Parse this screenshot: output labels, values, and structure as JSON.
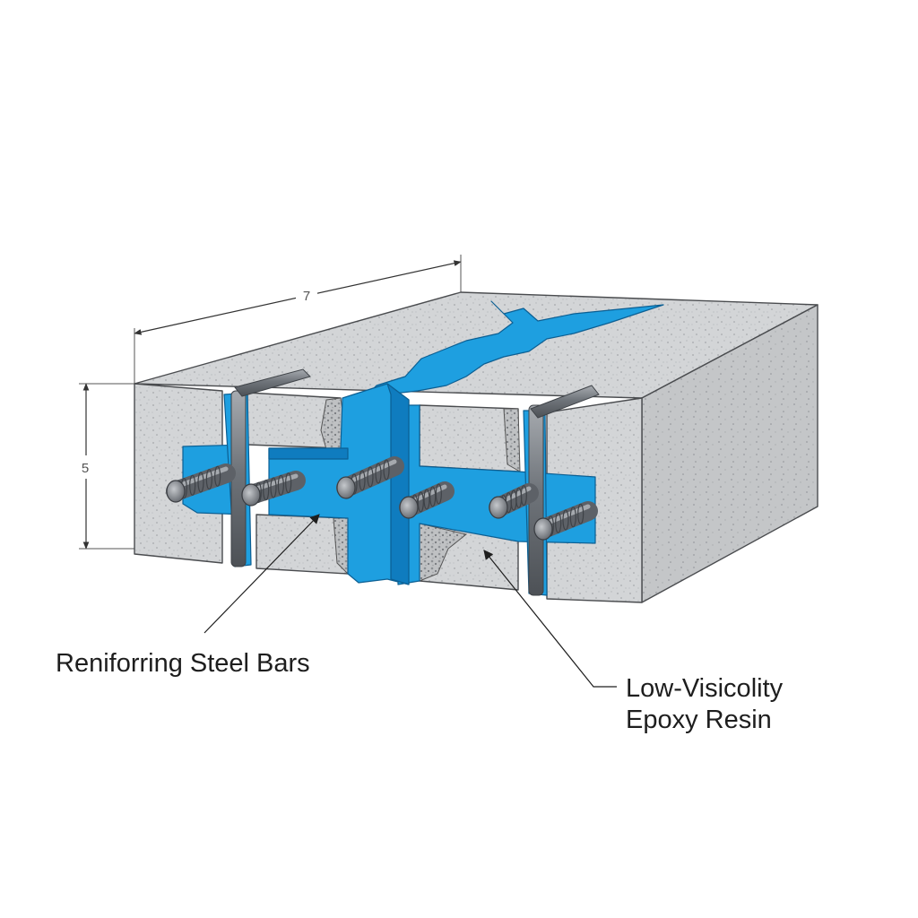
{
  "dimensions": {
    "length_label": "7",
    "height_label": "5"
  },
  "labels": {
    "rebar": "Reniforring Steel Bars",
    "epoxy_line1": "Low-Visicolity",
    "epoxy_line2": "Epoxy Resin"
  },
  "colors": {
    "concrete": "#d3d5d7",
    "concrete_face": "#c4c6c8",
    "concrete_dark": "#a6a9ac",
    "epoxy": "#1e9fe0",
    "epoxy_dark": "#0f7cbf",
    "rebar": "#7b8087",
    "line": "#3b3b3b"
  }
}
